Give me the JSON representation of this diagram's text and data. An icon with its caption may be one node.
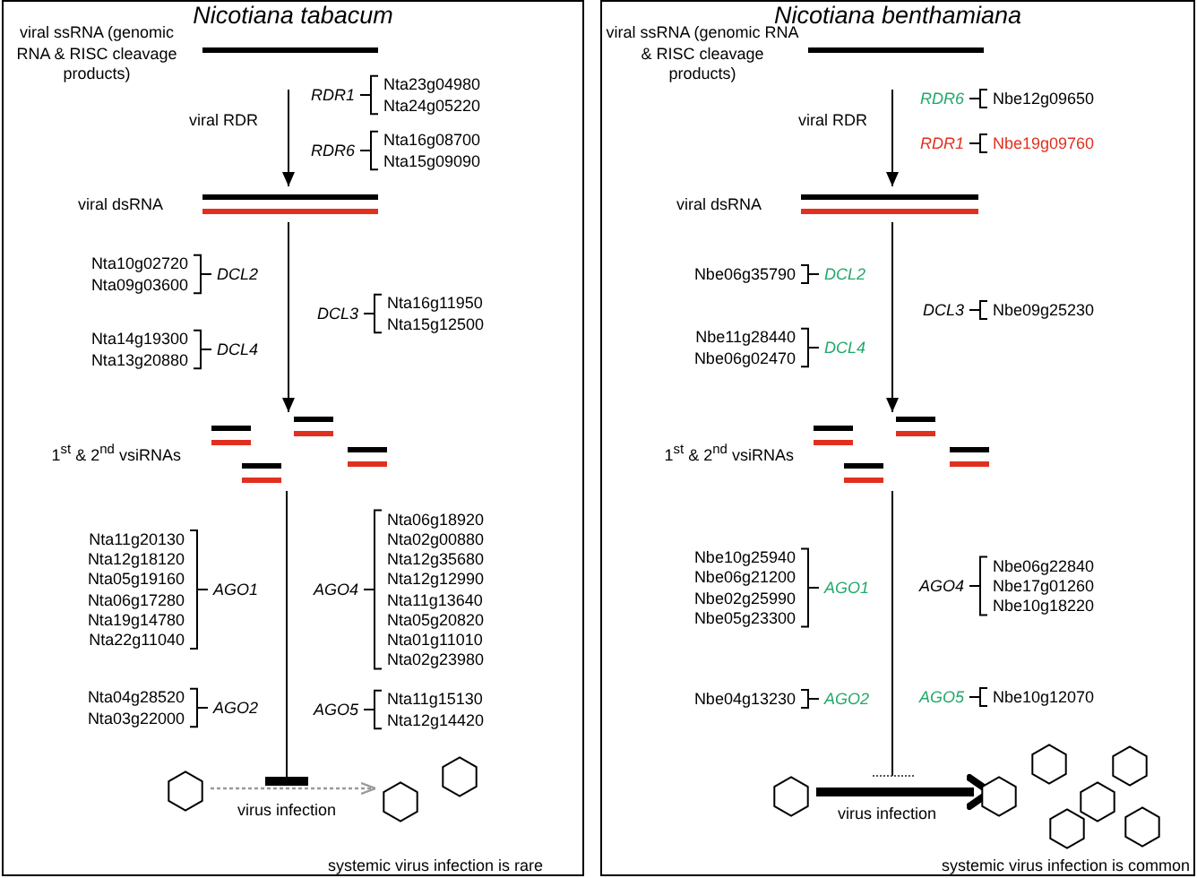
{
  "diagram": {
    "nodes": [
      {
        "text": [
          "Nicotiana tabacum"
        ]
      },
      {
        "text": [],
        "shape": "bar",
        "in": 0,
        "beside": [
          "viral ssRNA (genomic RNA & RISC cleavage products)"
        ]
      },
      {
        "text": [],
        "shape": "bar",
        "in": 0,
        "beside": [
          "viral dsRNA"
        ]
      },
      {
        "text": [],
        "shape": "bar",
        "in": 0,
        "beside": [
          "1$^{st}$ & 2$^{nd}$ vsiRNAs"
        ]
      },
      {
        "text": [],
        "shape": "hexagon",
        "in": 0
      },
      {
        "text": [],
        "shape": "hexagon",
        "in": 0
      },
      {
        "text": [],
        "shape": "hexagon",
        "in": 0
      },
      {
        "text": [
          "Nicotiana benthamiana"
        ]
      },
      {
        "text": [],
        "shape": "bar",
        "in": 7,
        "beside": [
          "viral ssRNA (genomic RNA & RISC cleavage products)"
        ]
      },
      {
        "text": [],
        "shape": "bar",
        "in": 7,
        "beside": [
          "viral dsRNA"
        ]
      },
      {
        "text": [],
        "shape": "bar",
        "in": 7,
        "beside": [
          "1$^{st}$ & 2$^{nd}$ vsiRNAs"
        ]
      },
      {
        "text": [],
        "shape": "hexagon",
        "in": 7
      },
      {
        "text": [],
        "shape": "hexagon",
        "in": 7
      },
      {
        "text": [],
        "shape": "hexagon",
        "in": 7
      },
      {
        "text": [],
        "shape": "hexagon",
        "in": 7
      },
      {
        "text": [],
        "shape": "hexagon",
        "in": 7
      },
      {
        "text": [],
        "shape": "hexagon",
        "in": 7
      },
      {
        "text": [],
        "shape": "hexagon",
        "in": 7
      }
    ],
    "edges": [
      {
        "from": 1,
        "to": 2,
        "arrow": "to",
        "label": "viral RDR"
      },
      {
        "from": 2,
        "to": 3,
        "arrow": "to"
      },
      {
        "from": 3,
        "to": null,
        "arrow": "other"
      },
      {
        "from": 4,
        "to": 5,
        "arrow": "to",
        "label": "virus infection",
        "style": "dashed",
        "color": "#9a9a9a"
      },
      {
        "from": 8,
        "to": 9,
        "arrow": "to",
        "label": "viral RDR"
      },
      {
        "from": 9,
        "to": 10,
        "arrow": "to"
      },
      {
        "from": 10,
        "to": null,
        "arrow": "other"
      },
      {
        "from": 11,
        "to": 12,
        "arrow": "to",
        "label": "virus infection",
        "style": "thick"
      }
    ],
    "labels": [
      "RDR1",
      "Nta23g04980",
      "Nta24g05220",
      "RDR6",
      "Nta16g08700",
      "Nta15g09090",
      "Nta10g02720",
      "Nta09g03600",
      "DCL2",
      "DCL3",
      "Nta16g11950",
      "Nta15g12500",
      "Nta14g19300",
      "Nta13g20880",
      "DCL4",
      "Nta11g20130",
      "Nta12g18120",
      "Nta05g19160",
      "Nta06g17280",
      "Nta19g14780",
      "Nta22g11040",
      "AGO1",
      "AGO4",
      "Nta06g18920",
      "Nta02g00880",
      "Nta12g35680",
      "Nta12g12990",
      "Nta11g13640",
      "Nta05g20820",
      "Nta01g11010",
      "Nta02g23980",
      "Nta04g28520",
      "Nta03g22000",
      "AGO2",
      "AGO5",
      "Nta11g15130",
      "Nta12g14420",
      "systemic virus infection is rare",
      "RDR6",
      "Nbe12g09650",
      "RDR1",
      "Nbe19g09760",
      "Nbe06g35790",
      "DCL2",
      "DCL3",
      "Nbe09g25230",
      "Nbe11g28440",
      "Nbe06g02470",
      "DCL4",
      "Nbe10g25940",
      "Nbe06g21200",
      "Nbe02g25990",
      "Nbe05g23300",
      "AGO1",
      "AGO4",
      "Nbe06g22840",
      "Nbe17g01260",
      "Nbe10g18220",
      "Nbe04g13230",
      "AGO2",
      "AGO5",
      "Nbe10g12070",
      "systemic virus infection is common"
    ]
  }
}
